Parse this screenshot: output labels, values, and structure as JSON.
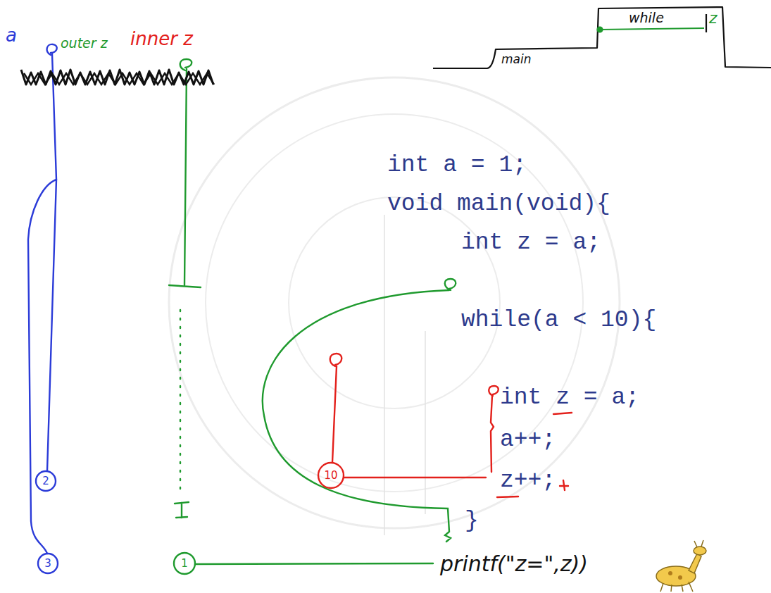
{
  "diagram": {
    "labels": [
      "main",
      "while",
      "z",
      "a",
      "outer z",
      "inner z",
      "int a = 1;",
      "void main(void){",
      "int z = a;",
      "while(a < 10){",
      "int z = a;",
      "a++;",
      "z++;",
      "}",
      "printf(\"z=\",z))",
      "2",
      "3",
      "10",
      "1"
    ]
  }
}
